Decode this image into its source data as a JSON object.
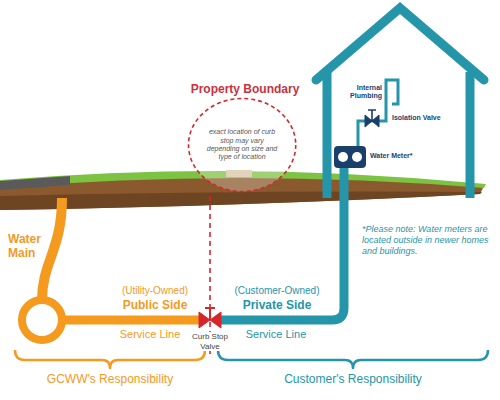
{
  "diagram": {
    "nodes": [
      {
        "text": [
          "exact location of curb stop may vary depending on size and type of location"
        ]
      },
      {
        "text": [
          "Internal Plumbing",
          "Isolation Valve",
          "Water Meter*"
        ]
      }
    ],
    "labels": [
      "Property Boundary",
      "Water Main",
      "(Utility-Owned)",
      "Public Side",
      "Service Line",
      "Curb Stop Valve",
      "(Customer-Owned)",
      "Private Side",
      "Service Line",
      "*Please note: Water meters are located outside in newer homes and buildings.",
      "GCWW's Responsibility",
      "Customer's Responsibility"
    ]
  }
}
